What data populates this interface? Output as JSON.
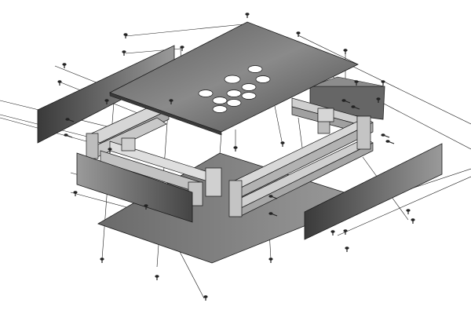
{
  "colors": {
    "background": "#ffffff",
    "line": "#1a1a1a",
    "panel_dark": "#4a4a4a",
    "panel_mid": "#7a7a7a",
    "panel_light": "#a8a8a8",
    "rail_face": "#b0b0b0",
    "rail_top": "#d6d6d6",
    "hole_fill": "#ffffff"
  },
  "icons": {
    "screw": "screw-icon",
    "bolt": "bolt-icon"
  },
  "parts": [
    "top-panel",
    "bottom-panel",
    "left-side-panel",
    "front-panel",
    "right-front-panel",
    "back-panel",
    "aluminum-extrusion-rails",
    "corner-brackets",
    "fasteners"
  ]
}
